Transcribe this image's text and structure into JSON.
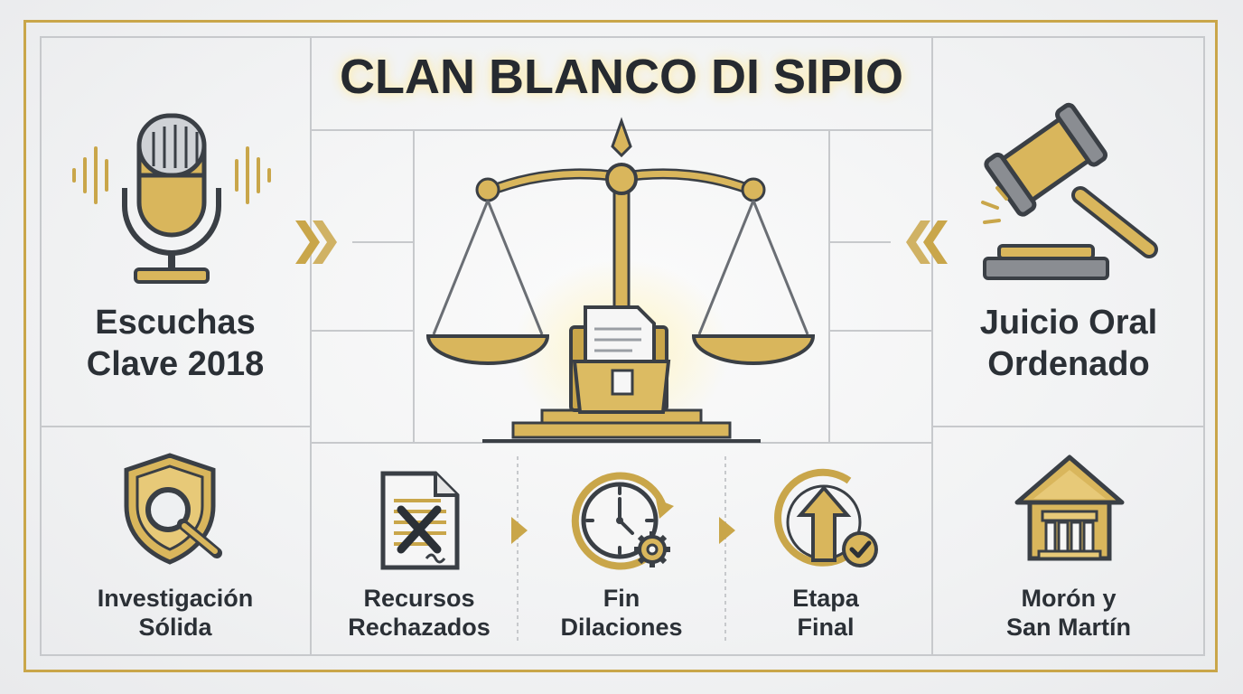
{
  "title": "CLAN BLANCO DI SIPIO",
  "panels": {
    "escuchas": {
      "line1": "Escuchas",
      "line2": "Clave 2018",
      "icon": "microphone-icon"
    },
    "juicio": {
      "line1": "Juicio Oral",
      "line2": "Ordenado",
      "icon": "gavel-icon"
    },
    "investigacion": {
      "line1": "Investigación",
      "line2": "Sólida",
      "icon": "shield-magnifier-icon"
    },
    "recursos": {
      "line1": "Recursos",
      "line2": "Rechazados",
      "icon": "rejected-document-icon"
    },
    "fin": {
      "line1": "Fin",
      "line2": "Dilaciones",
      "icon": "clock-gear-icon"
    },
    "etapa": {
      "line1": "Etapa",
      "line2": "Final",
      "icon": "arrow-up-check-icon"
    },
    "moron": {
      "line1": "Morón y",
      "line2": "San Martín",
      "icon": "courthouse-icon"
    }
  },
  "center_icon": "scales-of-justice-folder-icon",
  "colors": {
    "gold": "#c9a64a",
    "dark": "#2b3036",
    "line": "#c7c9cc"
  }
}
